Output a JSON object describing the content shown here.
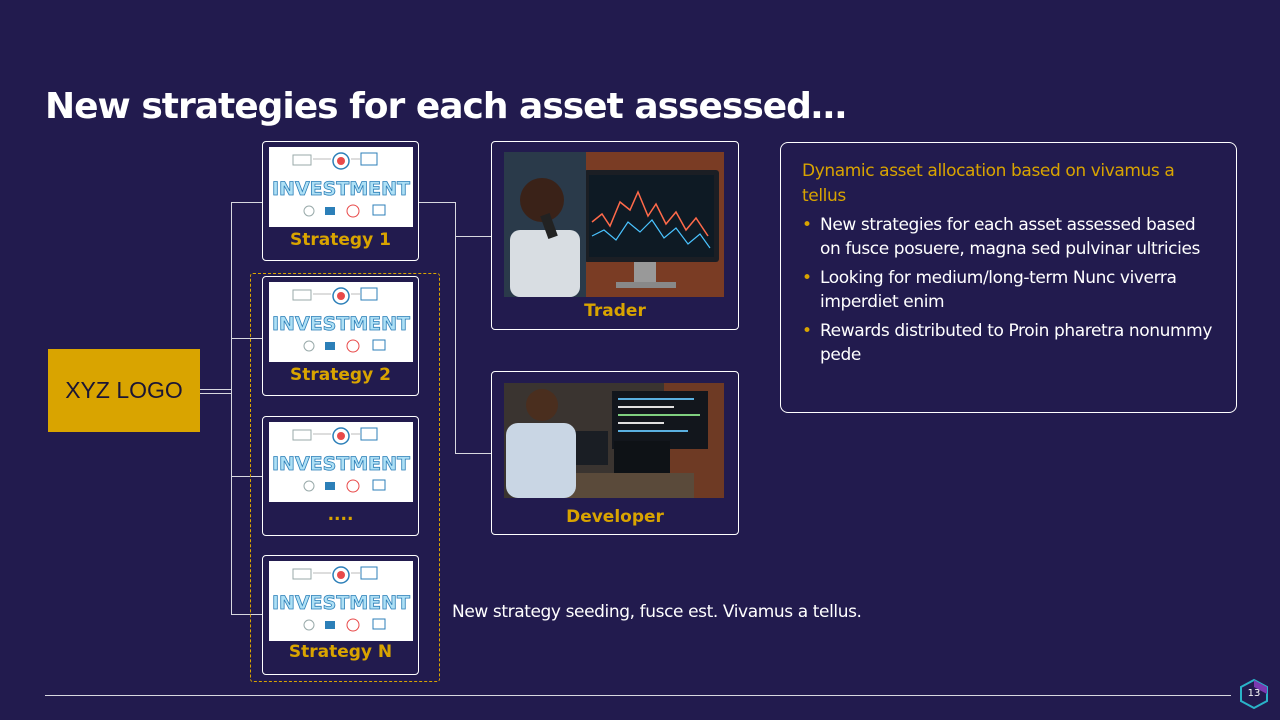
{
  "title": "New strategies for each asset assessed…",
  "logo": "XYZ LOGO",
  "strategies": [
    {
      "label": "Strategy 1",
      "thumb_text": "INVESTMENT"
    },
    {
      "label": "Strategy 2",
      "thumb_text": "INVESTMENT"
    },
    {
      "label": "....",
      "thumb_text": "INVESTMENT"
    },
    {
      "label": "Strategy N",
      "thumb_text": "INVESTMENT"
    }
  ],
  "roles": [
    {
      "label": "Trader"
    },
    {
      "label": "Developer"
    }
  ],
  "info": {
    "heading": "Dynamic asset allocation based on vivamus a tellus",
    "bullets": [
      "New strategies for each asset assessed based on fusce posuere, magna sed pulvinar ultricies",
      "Looking for medium/long-term Nunc viverra imperdiet enim",
      "Rewards distributed to Proin pharetra nonummy pede"
    ]
  },
  "caption": "New strategy seeding, fusce est. Vivamus a tellus.",
  "page_number": "13",
  "colors": {
    "background": "#221b4e",
    "accent": "#d9a400",
    "text": "#ffffff"
  }
}
